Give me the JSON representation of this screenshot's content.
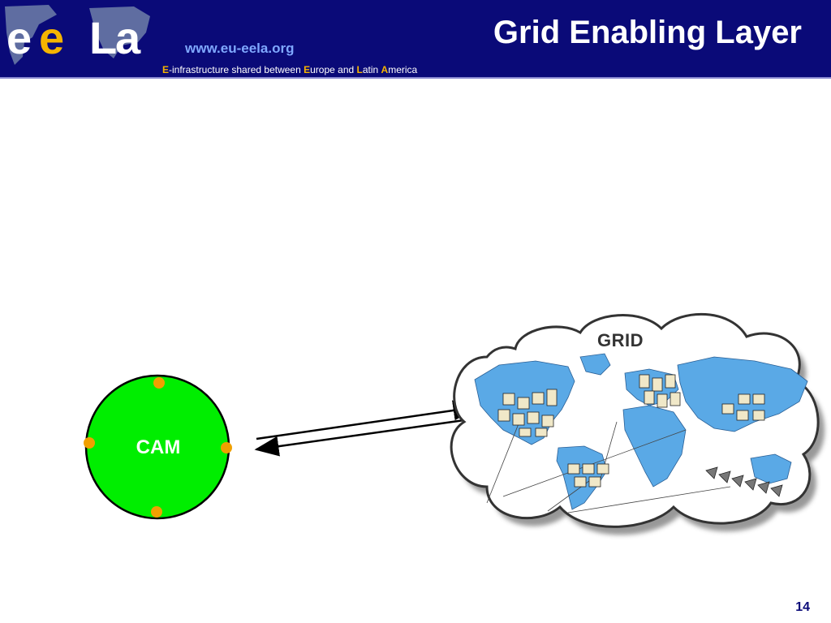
{
  "header": {
    "title": "Grid Enabling Layer",
    "url": "www.eu-eela.org",
    "tagline": {
      "e": "E",
      "part1": "-infrastructure shared between ",
      "eu": "E",
      "part2": "urope and ",
      "la_l": "L",
      "part3": "atin ",
      "la_a": "A",
      "part4": "merica"
    },
    "logo_text": "eeLA"
  },
  "diagram": {
    "cam_label": "CAM",
    "grid_label": "GRID"
  },
  "footer": {
    "page_number": "14"
  },
  "colors": {
    "header_bg": "#0a0a78",
    "cam_fill": "#00ee00",
    "handle": "#f0a000",
    "ocean_land": "#5aa9e6",
    "accent_text": "#f5b400"
  }
}
